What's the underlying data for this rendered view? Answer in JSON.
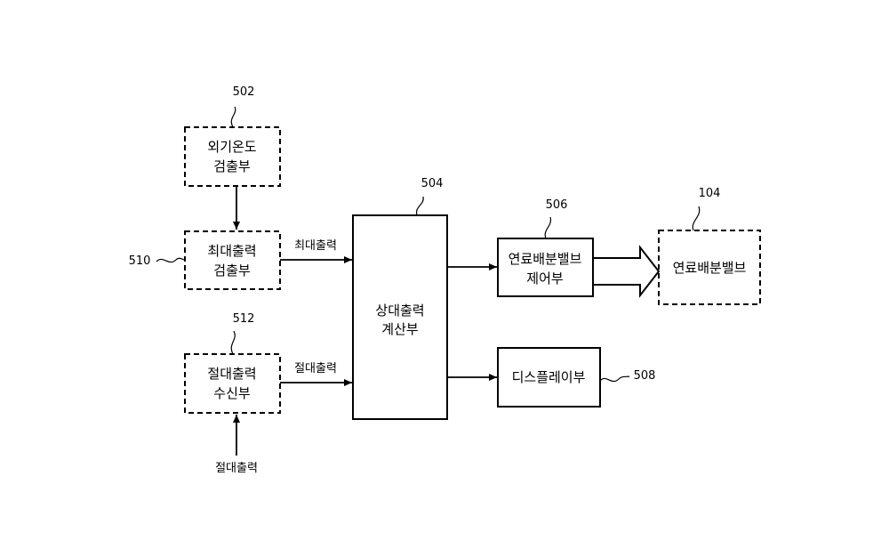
{
  "blocks": {
    "outside_temp": {
      "line1": "외기온도",
      "line2": "검출부",
      "ref": "502"
    },
    "max_output": {
      "line1": "최대출력",
      "line2": "검출부",
      "ref": "510"
    },
    "abs_output": {
      "line1": "절대출력",
      "line2": "수신부",
      "ref": "512"
    },
    "relative_calc": {
      "line1": "상대출력",
      "line2": "계산부",
      "ref": "504"
    },
    "valve_control": {
      "line1": "연료배분밸브",
      "line2": "제어부",
      "ref": "506"
    },
    "display": {
      "line1": "디스플레이부",
      "ref": "508"
    },
    "valve": {
      "line1": "연료배분밸브",
      "ref": "104"
    }
  },
  "signals": {
    "max_output": "최대출력",
    "abs_output": "절대출력",
    "abs_input": "절대출력"
  }
}
